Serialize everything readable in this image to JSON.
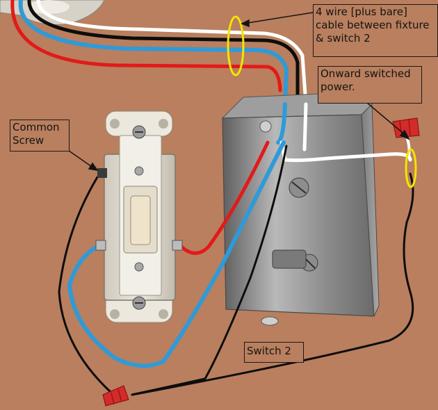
{
  "diagram": {
    "title": "",
    "background_color": "#b97f5e",
    "labels": {
      "cable_callout": "4 wire [plus bare]\ncable between fixture\n& switch 2",
      "onward_callout": "Onward switched\npower.",
      "common_screw_callout": "Common\nScrew",
      "switch_callout": "Switch 2"
    },
    "wire_colors": {
      "hot_red": "#e21a1a",
      "traveler_blue": "#2f9ad8",
      "black": "#0d0d0d",
      "white": "#ffffff",
      "bare": "#c9a46a"
    },
    "marker_color": "#f2e600",
    "wire_nut_color": "#d42a2a",
    "components": [
      "three-way toggle switch",
      "metal electrical box",
      "wire nuts",
      "fixture canopy"
    ]
  }
}
